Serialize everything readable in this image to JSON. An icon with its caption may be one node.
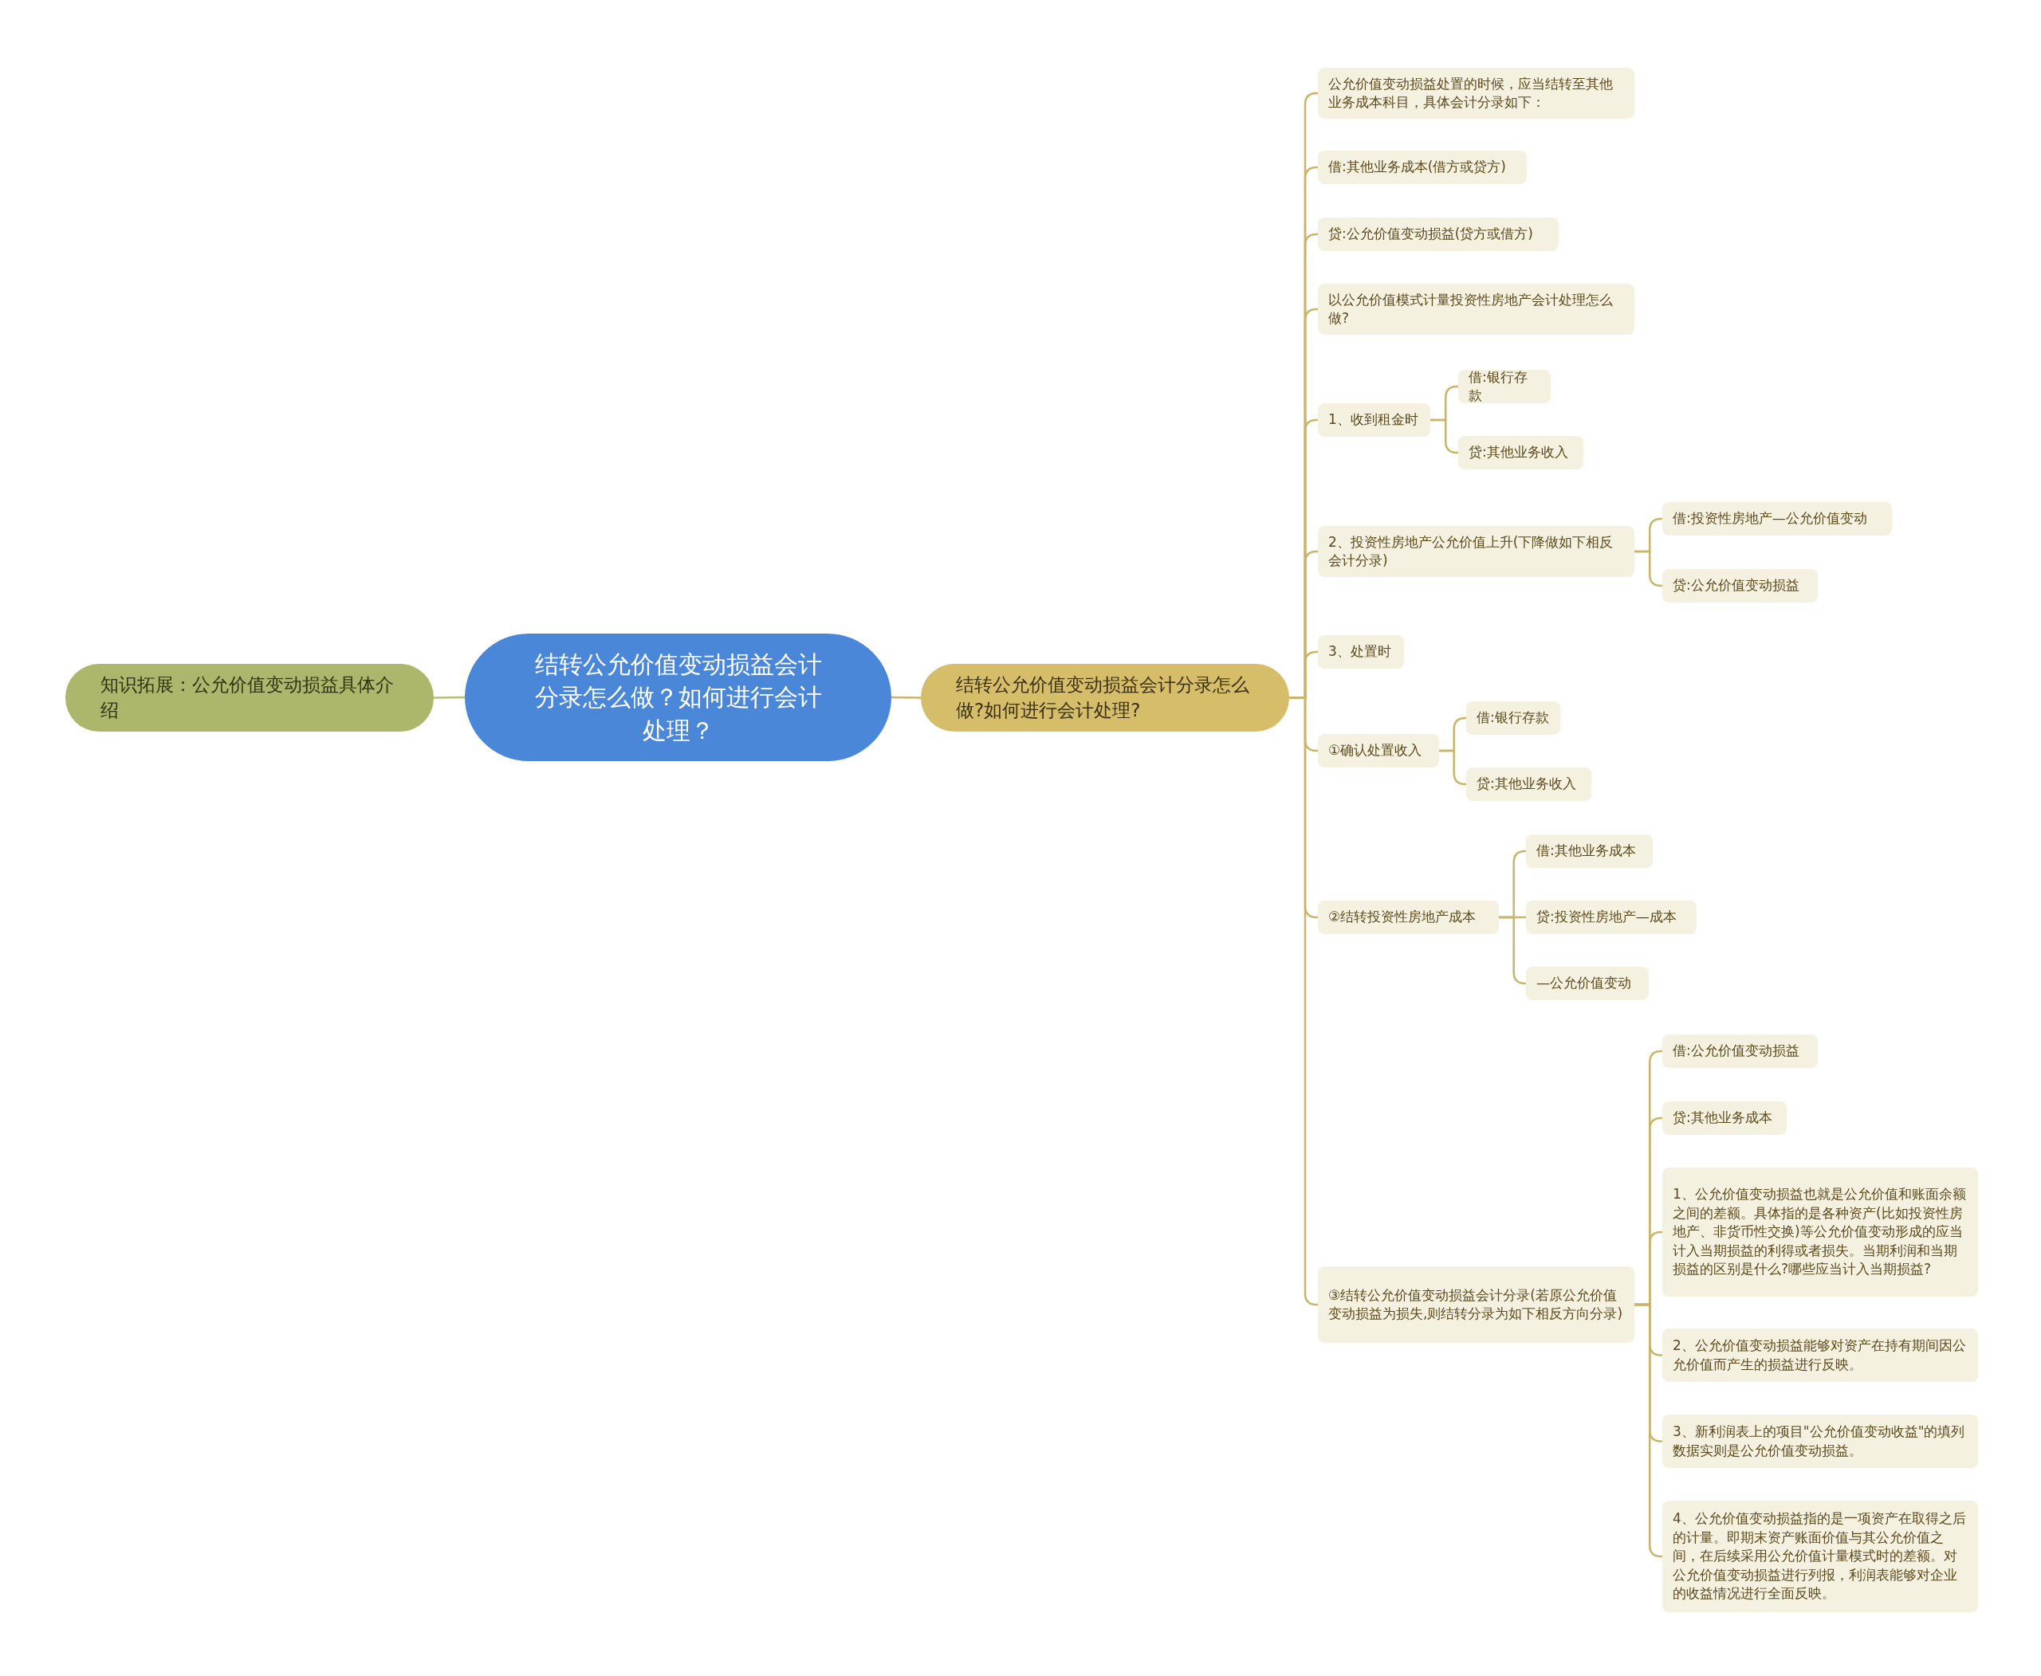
{
  "diagram": {
    "nodes": [
      {
        "text": [
          "结转公允价值变动损益会计分录怎么做？如何进行会计处理？"
        ]
      },
      {
        "text": [
          "知识拓展：公允价值变动损益具体介绍"
        ]
      },
      {
        "text": [
          "结转公允价值变动损益会计分录怎么做?如何进行会计处理?"
        ]
      },
      {
        "text": [
          "公允价值变动损益处置的时候，应当结转至其他业务成本科目，具体会计分录如下："
        ]
      },
      {
        "text": [
          "借:其他业务成本(借方或贷方)"
        ]
      },
      {
        "text": [
          "贷:公允价值变动损益(贷方或借方)"
        ]
      },
      {
        "text": [
          "以公允价值模式计量投资性房地产会计处理怎么做?"
        ]
      },
      {
        "text": [
          "1、收到租金时"
        ]
      },
      {
        "text": [
          "借:银行存款"
        ]
      },
      {
        "text": [
          "贷:其他业务收入"
        ]
      },
      {
        "text": [
          "2、投资性房地产公允价值上升(下降做如下相反会计分录)"
        ]
      },
      {
        "text": [
          "借:投资性房地产—公允价值变动"
        ]
      },
      {
        "text": [
          "贷:公允价值变动损益"
        ]
      },
      {
        "text": [
          "3、处置时"
        ]
      },
      {
        "text": [
          "①确认处置收入"
        ]
      },
      {
        "text": [
          "借:银行存款"
        ]
      },
      {
        "text": [
          "贷:其他业务收入"
        ]
      },
      {
        "text": [
          "②结转投资性房地产成本"
        ]
      },
      {
        "text": [
          "借:其他业务成本"
        ]
      },
      {
        "text": [
          "贷:投资性房地产—成本"
        ]
      },
      {
        "text": [
          "—公允价值变动"
        ]
      },
      {
        "text": [
          "③结转公允价值变动损益会计分录(若原公允价值变动损益为损失,则结转分录为如下相反方向分录)"
        ]
      },
      {
        "text": [
          "借:公允价值变动损益"
        ]
      },
      {
        "text": [
          "贷:其他业务成本"
        ]
      },
      {
        "text": [
          "1、公允价值变动损益也就是公允价值和账面余额之间的差额。具体指的是各种资产(比如投资性房地产、非货币性交换)等公允价值变动形成的应当计入当期损益的利得或者损失。当期利润和当期损益的区别是什么?哪些应当计入当期损益?"
        ]
      },
      {
        "text": [
          "2、公允价值变动损益能够对资产在持有期间因公允价值而产生的损益进行反映。"
        ]
      },
      {
        "text": [
          "3、新利润表上的项目\"公允价值变动收益\"的填列数据实则是公允价值变动损益。"
        ]
      },
      {
        "text": [
          "4、公允价值变动损益指的是一项资产在取得之后的计量。即期末资产账面价值与其公允价值之间，在后续采用公允价值计量模式时的差额。对公允价值变动损益进行列报，利润表能够对企业的收益情况进行全面反映。"
        ]
      }
    ],
    "edges": [
      {
        "from": 0,
        "to": 1,
        "arrow": "none"
      },
      {
        "from": 0,
        "to": 2,
        "arrow": "none"
      },
      {
        "from": 2,
        "to": 3,
        "arrow": "none"
      },
      {
        "from": 2,
        "to": 4,
        "arrow": "none"
      },
      {
        "from": 2,
        "to": 5,
        "arrow": "none"
      },
      {
        "from": 2,
        "to": 6,
        "arrow": "none"
      },
      {
        "from": 2,
        "to": 7,
        "arrow": "none"
      },
      {
        "from": 7,
        "to": 8,
        "arrow": "none"
      },
      {
        "from": 7,
        "to": 9,
        "arrow": "none"
      },
      {
        "from": 2,
        "to": 10,
        "arrow": "none"
      },
      {
        "from": 10,
        "to": 11,
        "arrow": "none"
      },
      {
        "from": 10,
        "to": 12,
        "arrow": "none"
      },
      {
        "from": 2,
        "to": 13,
        "arrow": "none"
      },
      {
        "from": 2,
        "to": 14,
        "arrow": "none"
      },
      {
        "from": 14,
        "to": 15,
        "arrow": "none"
      },
      {
        "from": 14,
        "to": 16,
        "arrow": "none"
      },
      {
        "from": 2,
        "to": 17,
        "arrow": "none"
      },
      {
        "from": 17,
        "to": 18,
        "arrow": "none"
      },
      {
        "from": 17,
        "to": 19,
        "arrow": "none"
      },
      {
        "from": 17,
        "to": 20,
        "arrow": "none"
      },
      {
        "from": 2,
        "to": 21,
        "arrow": "none"
      },
      {
        "from": 21,
        "to": 22,
        "arrow": "none"
      },
      {
        "from": 21,
        "to": 23,
        "arrow": "none"
      },
      {
        "from": 21,
        "to": 24,
        "arrow": "none"
      },
      {
        "from": 21,
        "to": 25,
        "arrow": "none"
      },
      {
        "from": 21,
        "to": 26,
        "arrow": "none"
      },
      {
        "from": 21,
        "to": 27,
        "arrow": "none"
      }
    ]
  }
}
